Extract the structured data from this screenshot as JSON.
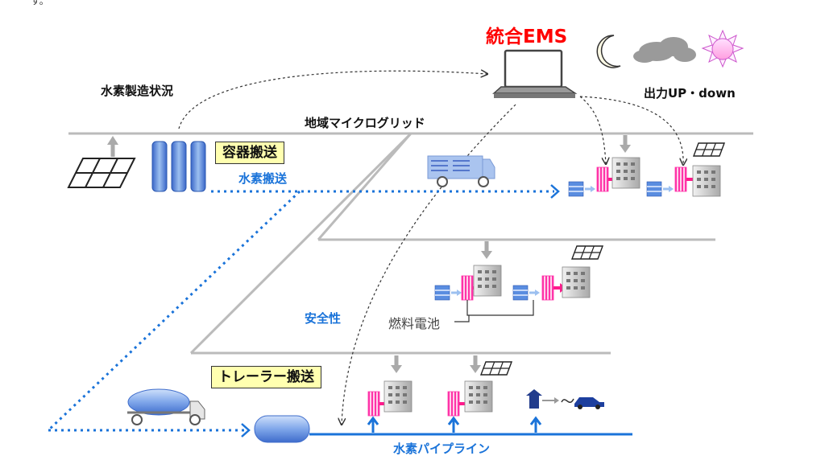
{
  "header_fragment": "す。",
  "ems": {
    "title": "統合EMS",
    "output_label": "出力UP・down"
  },
  "labels": {
    "h2_status": "水素製造状況",
    "microgrid": "地域マイクログリッド",
    "container_transport": "容器搬送",
    "h2_transport": "水素搬送",
    "safety": "安全性",
    "fuel_cell": "燃料電池",
    "trailer_transport": "トレーラー搬送",
    "h2_pipeline": "水素パイプライン"
  },
  "icons": [
    "laptop-icon",
    "moon-icon",
    "cloud-icon",
    "sun-icon",
    "solar-panel-icon",
    "hydrogen-cylinder-icon",
    "truck-icon",
    "trailer-icon",
    "tank-icon",
    "building-icon",
    "fuel-cell-icon",
    "hydrogen-station-icon",
    "car-icon"
  ],
  "colors": {
    "ems_title": "#ff0000",
    "blue_text": "#1a73d9",
    "pipeline": "#1a73d9",
    "dotted_transport": "#1a73d9",
    "fuel_cell_pink": "#ff33a8",
    "grid_line": "#bbbbbb",
    "yellow_box": "#ffffb0"
  }
}
